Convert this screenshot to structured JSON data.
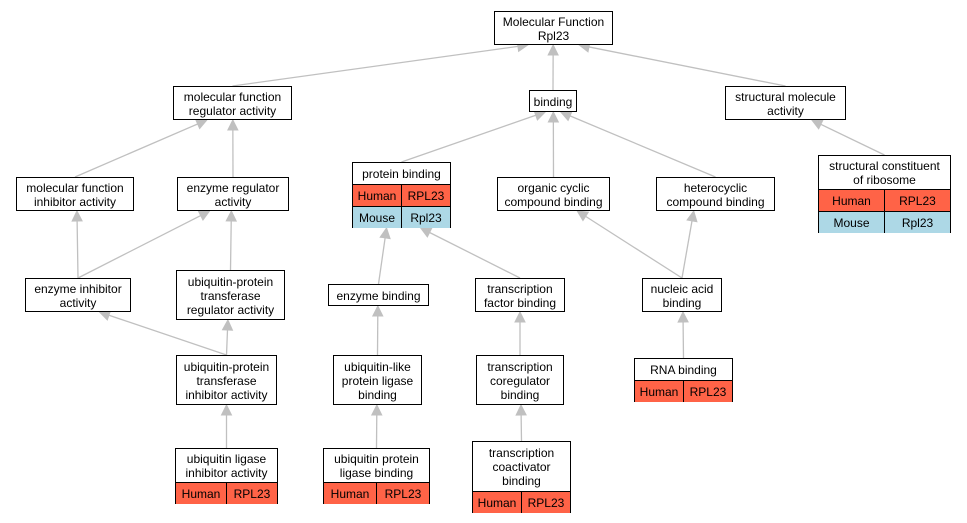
{
  "colors": {
    "human": "#ff6347",
    "mouse": "#add8e6",
    "edge": "#c0c0c0"
  },
  "nodes": {
    "mf": {
      "label": "Molecular Function\nRpl23"
    },
    "mfreg": {
      "label": "molecular function\nregulator activity"
    },
    "binding": {
      "label": "binding"
    },
    "structmol": {
      "label": "structural molecule\nactivity"
    },
    "mfinh": {
      "label": "molecular function\ninhibitor activity"
    },
    "enzreg": {
      "label": "enzyme regulator\nactivity"
    },
    "protbind": {
      "label": "protein binding",
      "rows": [
        {
          "species": "Human",
          "gene": "RPL23",
          "color": "human"
        },
        {
          "species": "Mouse",
          "gene": "Rpl23",
          "color": "mouse"
        }
      ]
    },
    "orgcyc": {
      "label": "organic cyclic\ncompound binding"
    },
    "hetcyc": {
      "label": "heterocyclic\ncompound binding"
    },
    "structcon": {
      "label": "structural constituent\nof ribosome",
      "rows": [
        {
          "species": "Human",
          "gene": "RPL23",
          "color": "human"
        },
        {
          "species": "Mouse",
          "gene": "Rpl23",
          "color": "mouse"
        }
      ]
    },
    "enzinh": {
      "label": "enzyme inhibitor\nactivity"
    },
    "ubtransreg": {
      "label": "ubiquitin-protein\ntransferase\nregulator activity"
    },
    "enzbind": {
      "label": "enzyme binding"
    },
    "tfbind": {
      "label": "transcription\nfactor binding"
    },
    "nabind": {
      "label": "nucleic acid\nbinding"
    },
    "ubtransinh": {
      "label": "ubiquitin-protein\ntransferase\ninhibitor activity"
    },
    "ublike": {
      "label": "ubiquitin-like\nprotein ligase\nbinding"
    },
    "tcoreg": {
      "label": "transcription\ncoregulator\nbinding"
    },
    "rnabind": {
      "label": "RNA binding",
      "rows": [
        {
          "species": "Human",
          "gene": "RPL23",
          "color": "human"
        }
      ]
    },
    "ubliginh": {
      "label": "ubiquitin ligase\ninhibitor activity",
      "rows": [
        {
          "species": "Human",
          "gene": "RPL23",
          "color": "human"
        }
      ]
    },
    "ubprotlig": {
      "label": "ubiquitin protein\nligase binding",
      "rows": [
        {
          "species": "Human",
          "gene": "RPL23",
          "color": "human"
        }
      ]
    },
    "tcoact": {
      "label": "transcription\ncoactivator\nbinding",
      "rows": [
        {
          "species": "Human",
          "gene": "RPL23",
          "color": "human"
        }
      ]
    }
  },
  "edges": [
    [
      "mfreg",
      "mf"
    ],
    [
      "binding",
      "mf"
    ],
    [
      "structmol",
      "mf"
    ],
    [
      "mfinh",
      "mfreg"
    ],
    [
      "enzreg",
      "mfreg"
    ],
    [
      "protbind",
      "binding"
    ],
    [
      "orgcyc",
      "binding"
    ],
    [
      "hetcyc",
      "binding"
    ],
    [
      "structcon",
      "structmol"
    ],
    [
      "enzinh",
      "mfinh"
    ],
    [
      "enzinh",
      "enzreg"
    ],
    [
      "ubtransreg",
      "enzreg"
    ],
    [
      "enzbind",
      "protbind"
    ],
    [
      "tfbind",
      "protbind"
    ],
    [
      "nabind",
      "orgcyc"
    ],
    [
      "nabind",
      "hetcyc"
    ],
    [
      "ubtransinh",
      "enzinh"
    ],
    [
      "ubtransinh",
      "ubtransreg"
    ],
    [
      "ublike",
      "enzbind"
    ],
    [
      "tcoreg",
      "tfbind"
    ],
    [
      "rnabind",
      "nabind"
    ],
    [
      "ubliginh",
      "ubtransinh"
    ],
    [
      "ubprotlig",
      "ublike"
    ],
    [
      "tcoact",
      "tcoreg"
    ]
  ]
}
